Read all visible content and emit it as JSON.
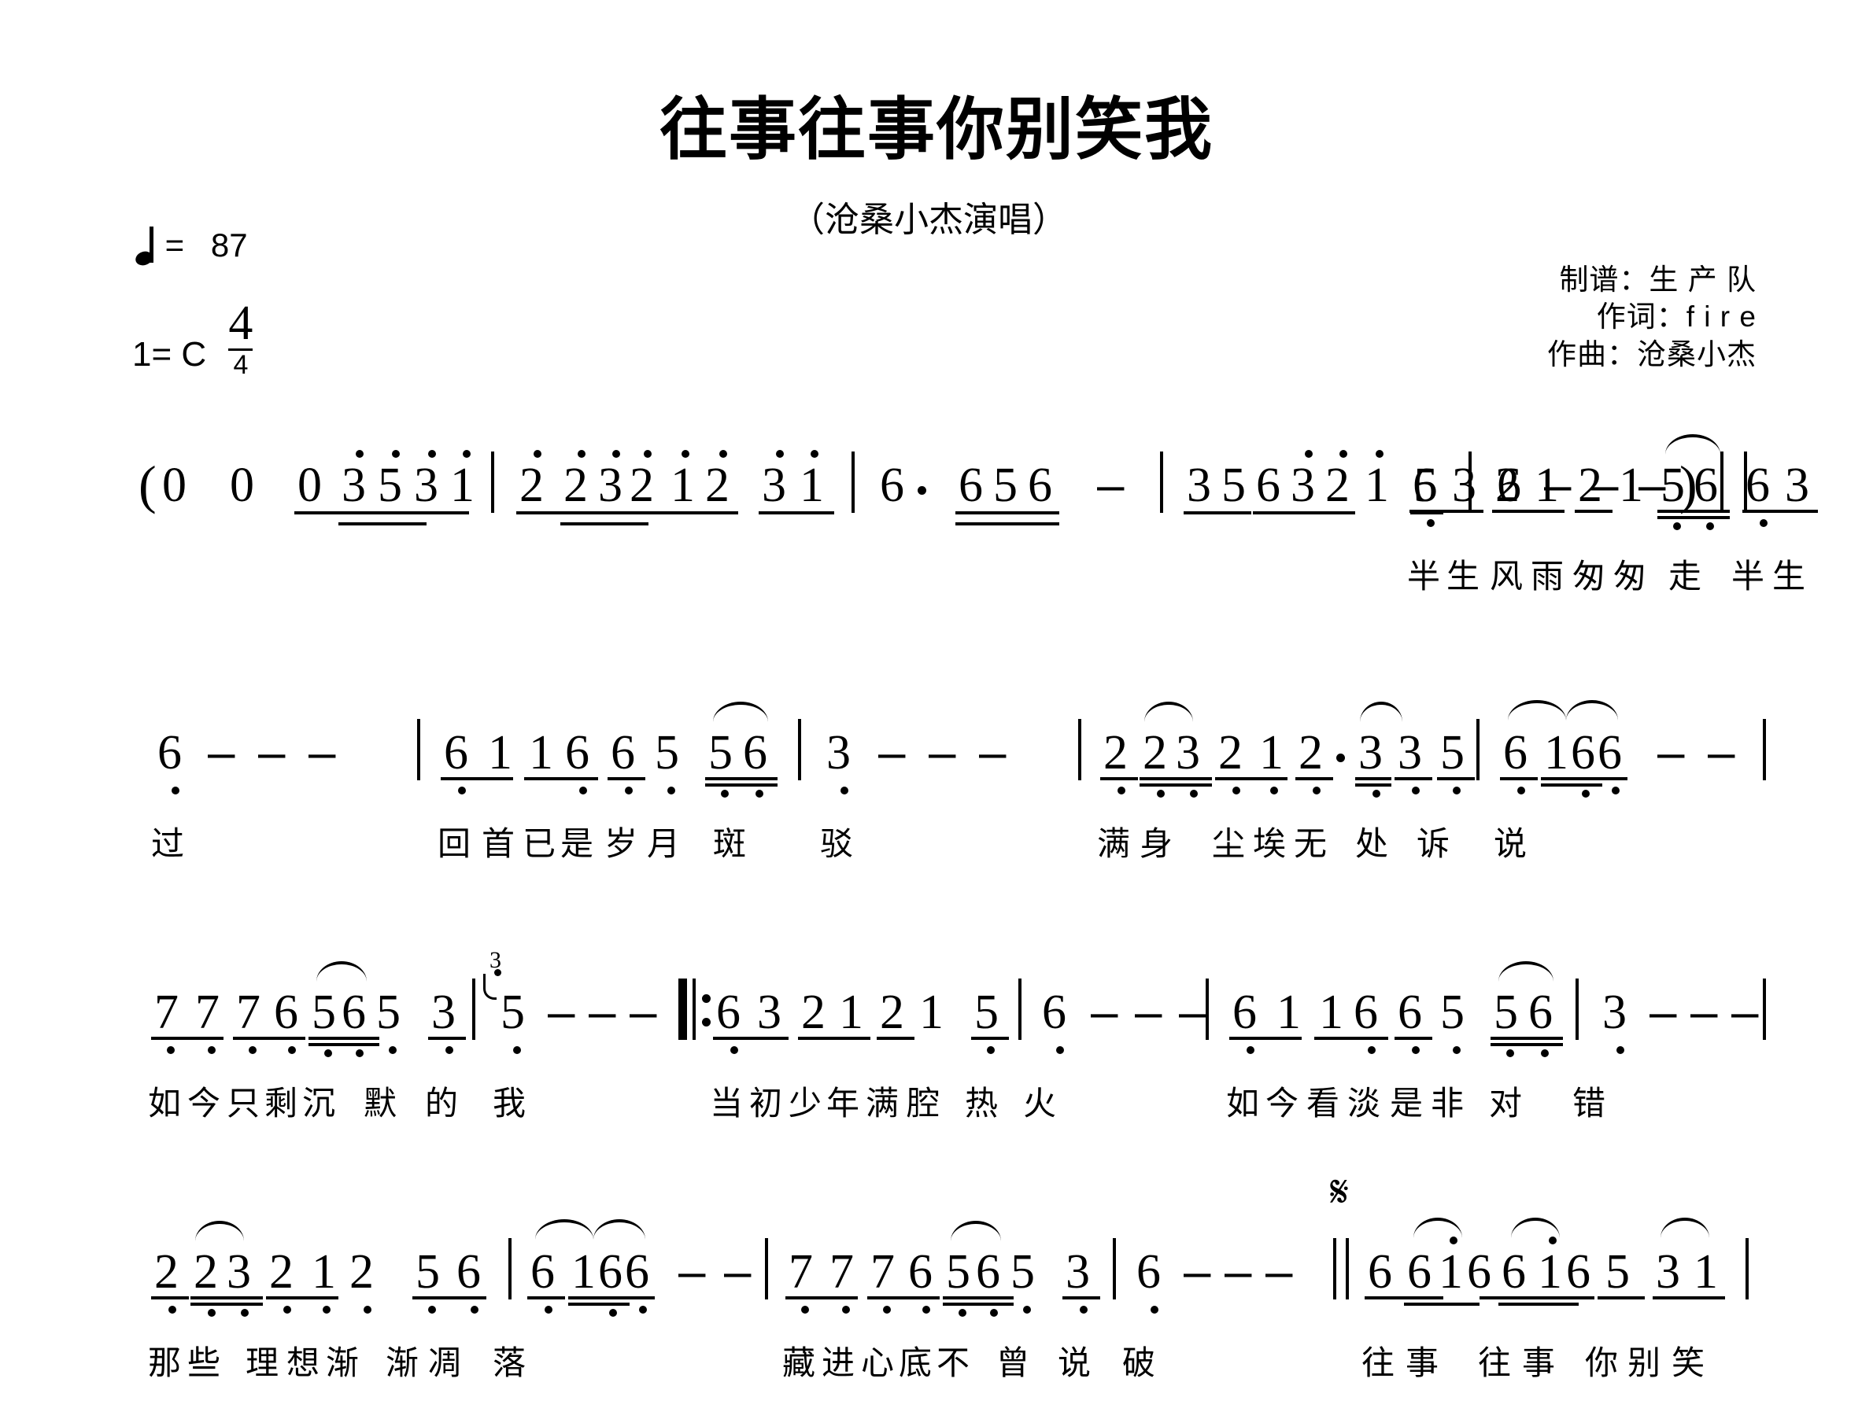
{
  "header": {
    "title": "往事往事你别笑我",
    "subtitle": "（沧桑小杰演唱）",
    "tempo_equals": "=",
    "tempo_value": "87",
    "key_label": "1= C",
    "time_numerator": "4",
    "time_denominator": "4",
    "credits": [
      "制谱：生 产 队",
      "作词：f i r e",
      "作曲：沧桑小杰"
    ]
  },
  "score": {
    "lines": [
      {
        "id": "line-1",
        "notes": "( 0  0  0 3 5 3 1 | 2 2 3 2 1 2  3 1 | 6·  6 5 6  — | 3 5 6 3 2 1  5 | 6 — — — ) | 6 3 2 1 2 1  5 6 |",
        "lyrics": "半生风雨匆匆 走"
      },
      {
        "id": "line-2",
        "notes": "6 — — — | 6 1 1 6 6 5  5 6 | 3 — — — | 2 2 3 2 1 2· 3 3 5 | 6 1 6 6 — — |",
        "lyrics": "过        回首已是岁月 斑 驳        满身 尘埃无 处 诉 说"
      },
      {
        "id": "line-3",
        "notes": "7 7 7 6 5 6 5  3 | (3)5 — — — ‖: 6 3 2 1 2 1  5 | 6 — — — | 6 1 1 6 6 5  5 6 | 3 — — — |",
        "lyrics": "如今只剩沉 默 的 我        当初少年满腔 热 火        如今看淡是非 对  错"
      },
      {
        "id": "line-4",
        "notes": "2 2 3 2 1 2  5 6 | 6 1 6 6 — — | 7 7 7 6 5 6 5  3 | 6 — — — ‖ 6 6 1 6  6 1 6 5  3 1 |",
        "lyrics": "那些 理想渐 渐凋 落        藏进心底不 曾 说 破        往事 往事 你别笑"
      }
    ],
    "lyrics_by_line": [
      "半生风雨匆匆 走",
      "过 / 回首已是岁月 斑 驳 / 满身 尘埃无 处 诉 说",
      "如今只剩沉 默 的 我 / 当初少年满腔 热 火 / 如今看淡是非 对 错",
      "那些 理想渐 渐凋 落 / 藏进心底不 曾 说 破 / 往事 往事 你别笑"
    ],
    "symbols": {
      "repeat_start": "‖:",
      "double_barline": "‖",
      "segno": "𝄋",
      "triplet_grace": "3"
    },
    "lyric_tokens": {
      "l1": [
        "半",
        "生",
        "风",
        "雨",
        "匆",
        "匆",
        "走"
      ],
      "l2a": [
        "过"
      ],
      "l2b": [
        "回",
        "首",
        "已",
        "是",
        "岁",
        "月",
        "斑",
        "驳"
      ],
      "l2c": [
        "满",
        "身",
        "尘",
        "埃",
        "无",
        "处",
        "诉",
        "说"
      ],
      "l3a": [
        "如",
        "今",
        "只",
        "剩",
        "沉",
        "默",
        "的",
        "我"
      ],
      "l3b": [
        "当",
        "初",
        "少",
        "年",
        "满",
        "腔",
        "热",
        "火"
      ],
      "l3c": [
        "如",
        "今",
        "看",
        "淡",
        "是",
        "非",
        "对",
        "错"
      ],
      "l4a": [
        "那",
        "些",
        "理",
        "想",
        "渐",
        "渐",
        "凋",
        "落"
      ],
      "l4b": [
        "藏",
        "进",
        "心",
        "底",
        "不",
        "曾",
        "说",
        "破"
      ],
      "l4c": [
        "往",
        "事",
        "往",
        "事",
        "你",
        "别",
        "笑"
      ]
    }
  },
  "colors": {
    "ink": "#000000",
    "paper": "#ffffff"
  }
}
